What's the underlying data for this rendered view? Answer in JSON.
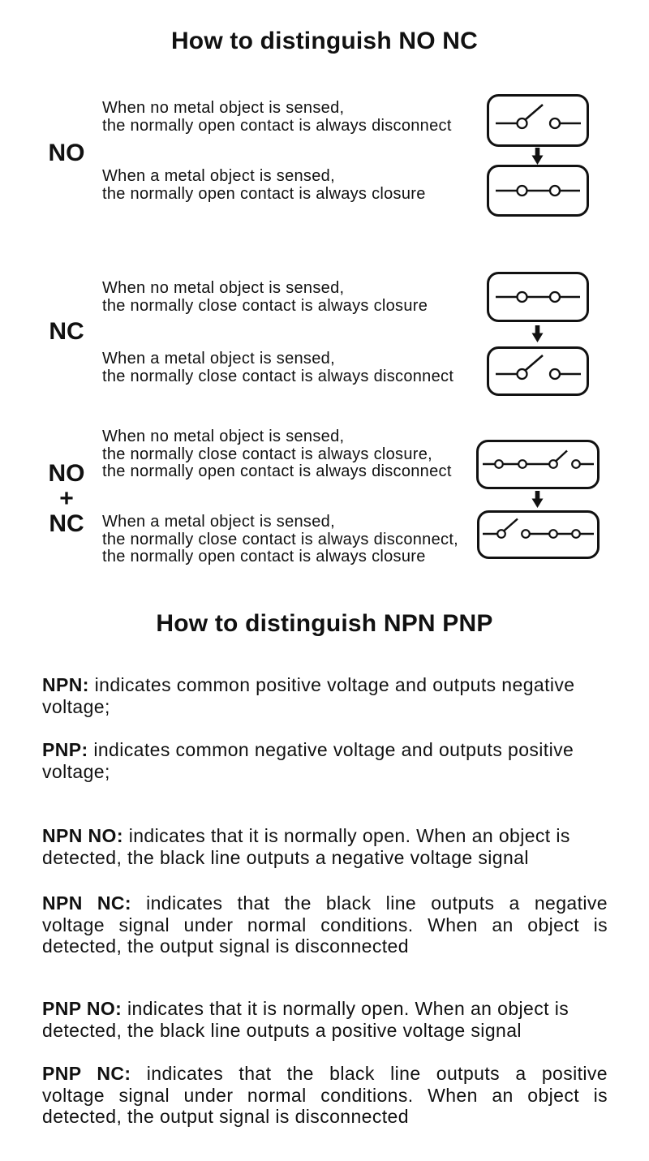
{
  "titles": {
    "no_nc": "How to distinguish NO NC",
    "npn_pnp": "How to distinguish NPN PNP"
  },
  "switch_sections": [
    {
      "label_lines": [
        "NO"
      ],
      "cases": [
        {
          "lines": [
            "When no metal object is sensed,",
            "the normally open contact is always disconnect"
          ]
        },
        {
          "lines": [
            "When a metal object is sensed,",
            "the normally open contact is always closure"
          ]
        }
      ],
      "diagram_states": [
        "open",
        "closed"
      ]
    },
    {
      "label_lines": [
        "NC"
      ],
      "cases": [
        {
          "lines": [
            "When no metal object is sensed,",
            "the normally close contact is always closure"
          ]
        },
        {
          "lines": [
            "When a metal object is sensed,",
            "the normally close contact is always disconnect"
          ]
        }
      ],
      "diagram_states": [
        "closed",
        "open"
      ]
    },
    {
      "label_lines": [
        "NO",
        "+",
        "NC"
      ],
      "cases": [
        {
          "lines": [
            "When no metal object is sensed,",
            "the normally close contact is always closure,",
            "the normally open contact is always disconnect"
          ]
        },
        {
          "lines": [
            "When a metal object is sensed,",
            "the normally close contact is always disconnect,",
            "the normally open contact is always closure"
          ]
        }
      ],
      "diagram_states": [
        "nc-closed-no-open",
        "nc-open-no-closed"
      ]
    }
  ],
  "paragraphs": [
    {
      "term": "NPN:",
      "lines": [
        "indicates common positive voltage and outputs negative",
        "voltage;"
      ],
      "justify": false
    },
    {
      "term": "PNP:",
      "lines": [
        "indicates common negative voltage and outputs positive",
        "voltage;"
      ],
      "justify": false
    },
    {
      "term": "NPN NO:",
      "lines": [
        "indicates that it is normally open. When an object is",
        "detected, the black line outputs a negative voltage signal"
      ],
      "justify": false
    },
    {
      "term": "NPN NC:",
      "lines": [
        "indicates that the black line outputs a negative",
        "voltage signal under normal conditions. When an object is",
        "detected, the output signal is disconnected"
      ],
      "justify": true
    },
    {
      "term": "PNP NO:",
      "lines": [
        "indicates that it is normally open. When an object is",
        "detected, the black line outputs a positive voltage signal"
      ],
      "justify": false
    },
    {
      "term": "PNP NC:",
      "lines": [
        "indicates that the black line outputs a positive",
        "voltage signal under normal conditions. When an object is",
        "detected, the output signal is disconnected"
      ],
      "justify": true
    }
  ],
  "colors": {
    "ink": "#111111",
    "background": "#ffffff"
  }
}
